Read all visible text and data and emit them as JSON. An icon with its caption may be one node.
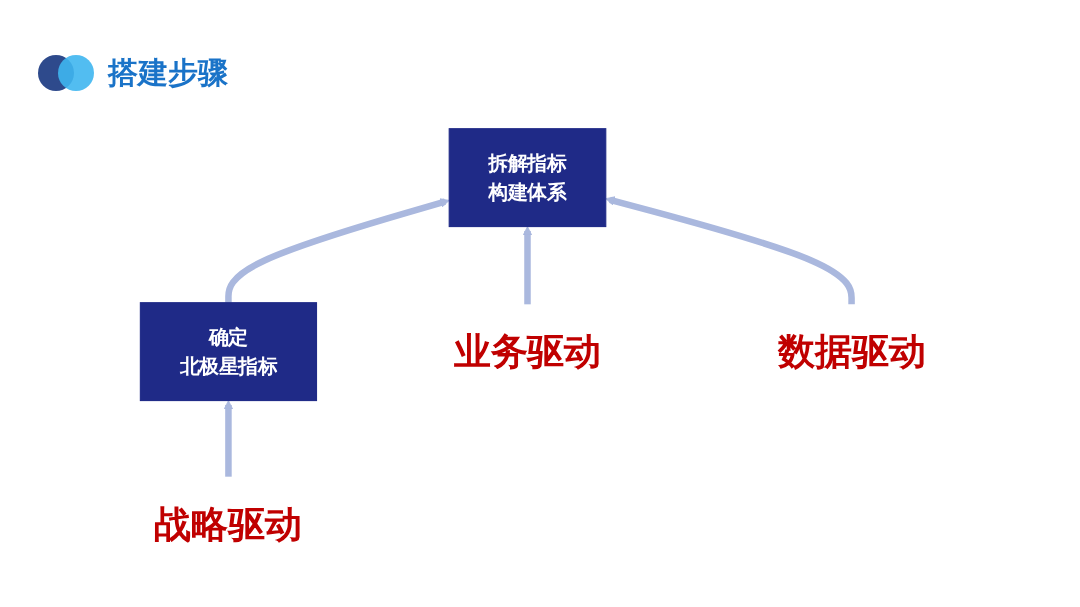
{
  "diagram": {
    "title": "搭建步骤",
    "nodes": [
      {
        "text": [
          "确定",
          "北极星指标"
        ]
      },
      {
        "text": [
          "拆解指标",
          "构建体系"
        ]
      },
      {
        "text": [
          "战略驱动"
        ]
      },
      {
        "text": [
          "业务驱动"
        ]
      },
      {
        "text": [
          "数据驱动"
        ]
      }
    ],
    "edges": [
      {
        "from": 0,
        "to": 1,
        "arrow": "to"
      },
      {
        "from": 2,
        "to": 0,
        "arrow": "to"
      },
      {
        "from": 3,
        "to": 1,
        "arrow": "to"
      },
      {
        "from": 4,
        "to": 1,
        "arrow": "to"
      }
    ]
  }
}
